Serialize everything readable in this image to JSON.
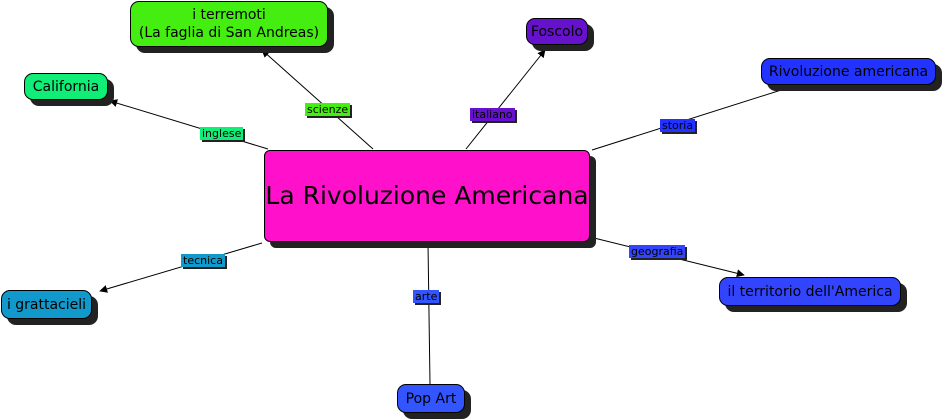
{
  "colors": {
    "center": "#ff11cc",
    "terremoti": "#44ee11",
    "foscolo": "#6611cc",
    "california": "#11ee77",
    "rivoluzione": "#2233ff",
    "grattacieli": "#1199cc",
    "territorio": "#3344ff",
    "popart": "#3355ff"
  },
  "center": {
    "label": "La Rivoluzione Americana"
  },
  "nodes": {
    "terremoti": "i terremoti\n(La faglia di San Andreas)",
    "foscolo": "Foscolo",
    "california": "California",
    "rivoluzione": "Rivoluzione americana",
    "grattacieli": "i grattacieli",
    "territorio": "il territorio dell'America",
    "popart": "Pop Art"
  },
  "links": {
    "scienze": "scienze",
    "italiano": "italiano",
    "inglese": "inglese",
    "storia": "storia",
    "tecnica": "tecnica",
    "geografia": "geografia",
    "arte": "arte"
  }
}
